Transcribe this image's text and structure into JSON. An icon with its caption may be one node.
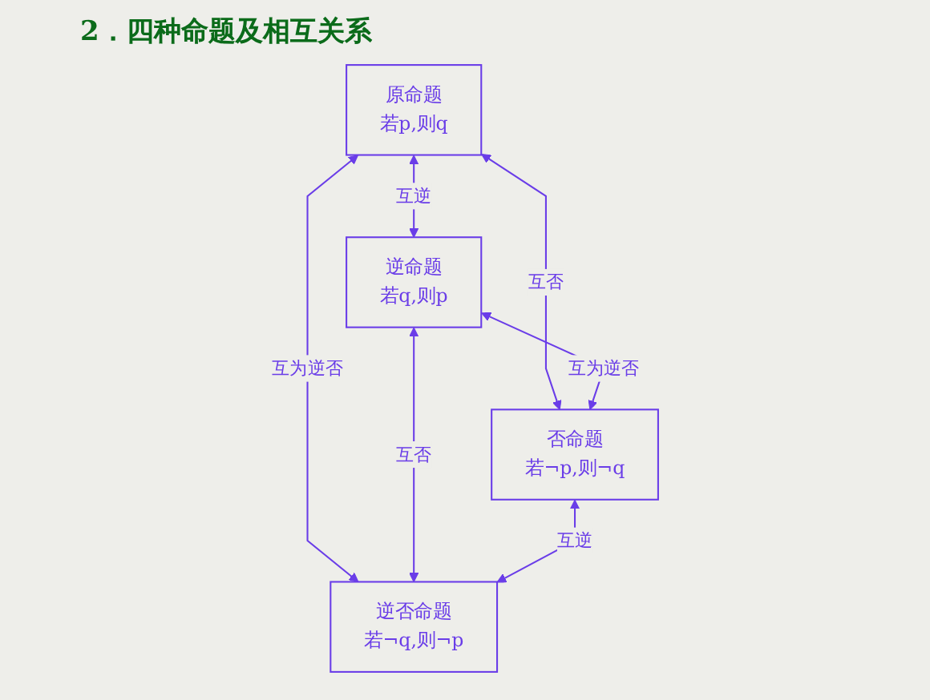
{
  "diagram": {
    "title": "2．四种命题及相互关系",
    "nodes": [
      {
        "text": [
          "原命题",
          "若p,则q"
        ]
      },
      {
        "text": [
          "逆命题",
          "若q,则p"
        ]
      },
      {
        "text": [
          "否命题",
          "若¬p,则¬q"
        ]
      },
      {
        "text": [
          "逆否命题",
          "若¬q,则¬p"
        ]
      }
    ],
    "edges": [
      {
        "from": 0,
        "to": 1,
        "arrow": "both",
        "label": "互逆"
      },
      {
        "from": 0,
        "to": 2,
        "arrow": "both",
        "label": "互否"
      },
      {
        "from": 0,
        "to": 3,
        "arrow": "both",
        "label": "互为逆否"
      },
      {
        "from": 1,
        "to": 2,
        "arrow": "both",
        "label": "互为逆否"
      },
      {
        "from": 1,
        "to": 3,
        "arrow": "both",
        "label": "互否"
      },
      {
        "from": 2,
        "to": 3,
        "arrow": "both",
        "label": "互逆"
      }
    ]
  }
}
